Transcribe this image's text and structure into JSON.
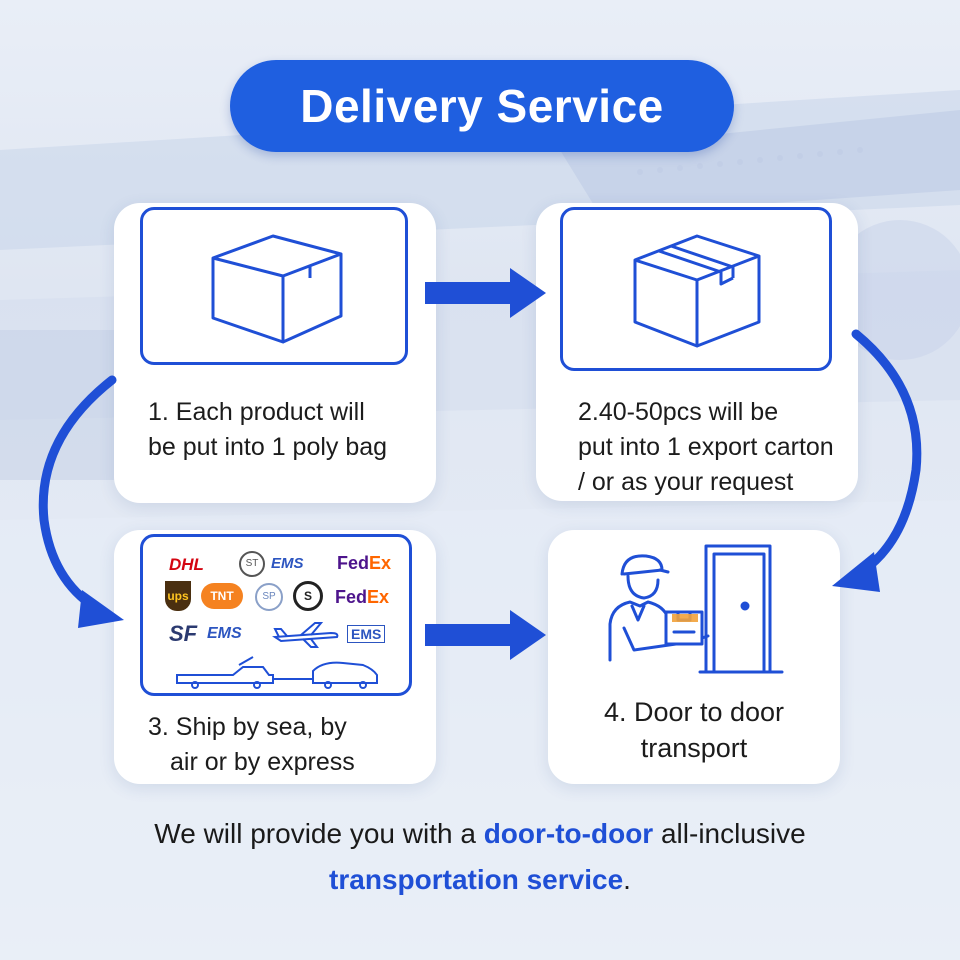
{
  "title": "Delivery Service",
  "steps": [
    {
      "line1": "1. Each product will",
      "line2": "be put into 1 poly bag",
      "icon": "box-icon"
    },
    {
      "line1": "2.40-50pcs will be",
      "line2": "put into 1 export carton",
      "line3": "/ or as your request",
      "icon": "carton-icon"
    },
    {
      "line1": "3. Ship by sea, by",
      "line2": "air or by express",
      "icon": "carrier-logos"
    },
    {
      "line1": "4. Door to door",
      "line2": "transport",
      "icon": "courier-door-icon"
    }
  ],
  "logos": {
    "dhl": "DHL",
    "fedex": "FedEx",
    "ups": "ups",
    "tnt": "TNT",
    "sf": "SF",
    "ems": "EMS",
    "sto": "ST",
    "sp": "SP",
    "st2": "S"
  },
  "footer": {
    "part1": "We will provide you with a ",
    "highlight1": "door-to-door",
    "part2": " all-inclusive",
    "highlight2": "transportation service",
    "part3": "."
  },
  "colors": {
    "accent": "#1f5fe0",
    "arrow": "#1f4fd6",
    "dhl": "#d40511",
    "fedex_purple": "#4d148c",
    "fedex_orange": "#ff6600",
    "ups_brown": "#4a2f10",
    "tnt_orange": "#f58220"
  }
}
